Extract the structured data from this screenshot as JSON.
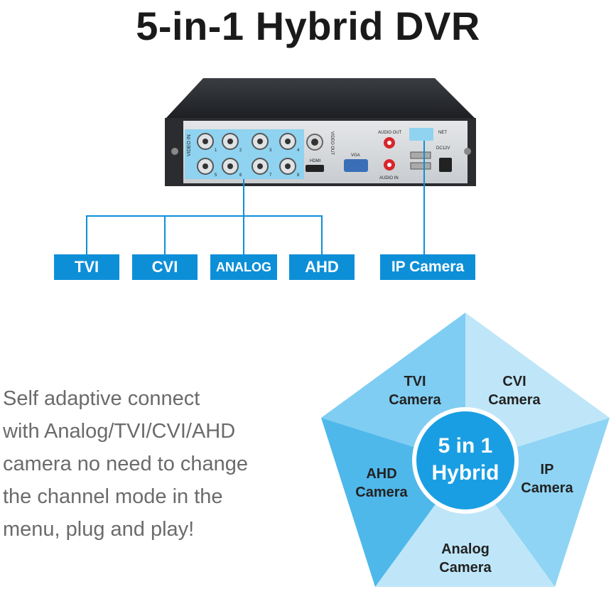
{
  "title": "5-in-1 Hybrid DVR",
  "dvr_labels": {
    "video_in": "VIDEO IN",
    "video_out": "VIDEO OUT",
    "audio_out": "AUDIO OUT",
    "audio_in": "AUDIO IN",
    "vga": "VGA",
    "hdmi": "HDMI",
    "net": "NET",
    "dc": "DC12V",
    "channels": [
      "1",
      "2",
      "3",
      "4",
      "5",
      "6",
      "7",
      "8"
    ]
  },
  "input_labels": [
    "TVI",
    "CVI",
    "ANALOG",
    "AHD"
  ],
  "ip_label": "IP Camera",
  "description_lines": [
    "Self adaptive connect",
    "with Analog/TVI/CVI/AHD",
    "camera no need to change",
    "the channel mode in the",
    "menu, plug and play!"
  ],
  "pentagon": {
    "center_line1": "5 in 1",
    "center_line2": "Hybrid",
    "segments": [
      {
        "line1": "TVI",
        "line2": "Camera"
      },
      {
        "line1": "CVI",
        "line2": "Camera"
      },
      {
        "line1": "IP",
        "line2": "Camera"
      },
      {
        "line1": "Analog",
        "line2": "Camera"
      },
      {
        "line1": "AHD",
        "line2": "Camera"
      }
    ]
  },
  "colors": {
    "accent": "#0d8fd8",
    "connector_highlight": "#8fd3f0",
    "pentagon_light": "#bfe6f8",
    "pentagon_mid": "#8fd4f4",
    "pentagon_dark": "#4fb8ea",
    "center_circle": "#1a9ee3"
  }
}
